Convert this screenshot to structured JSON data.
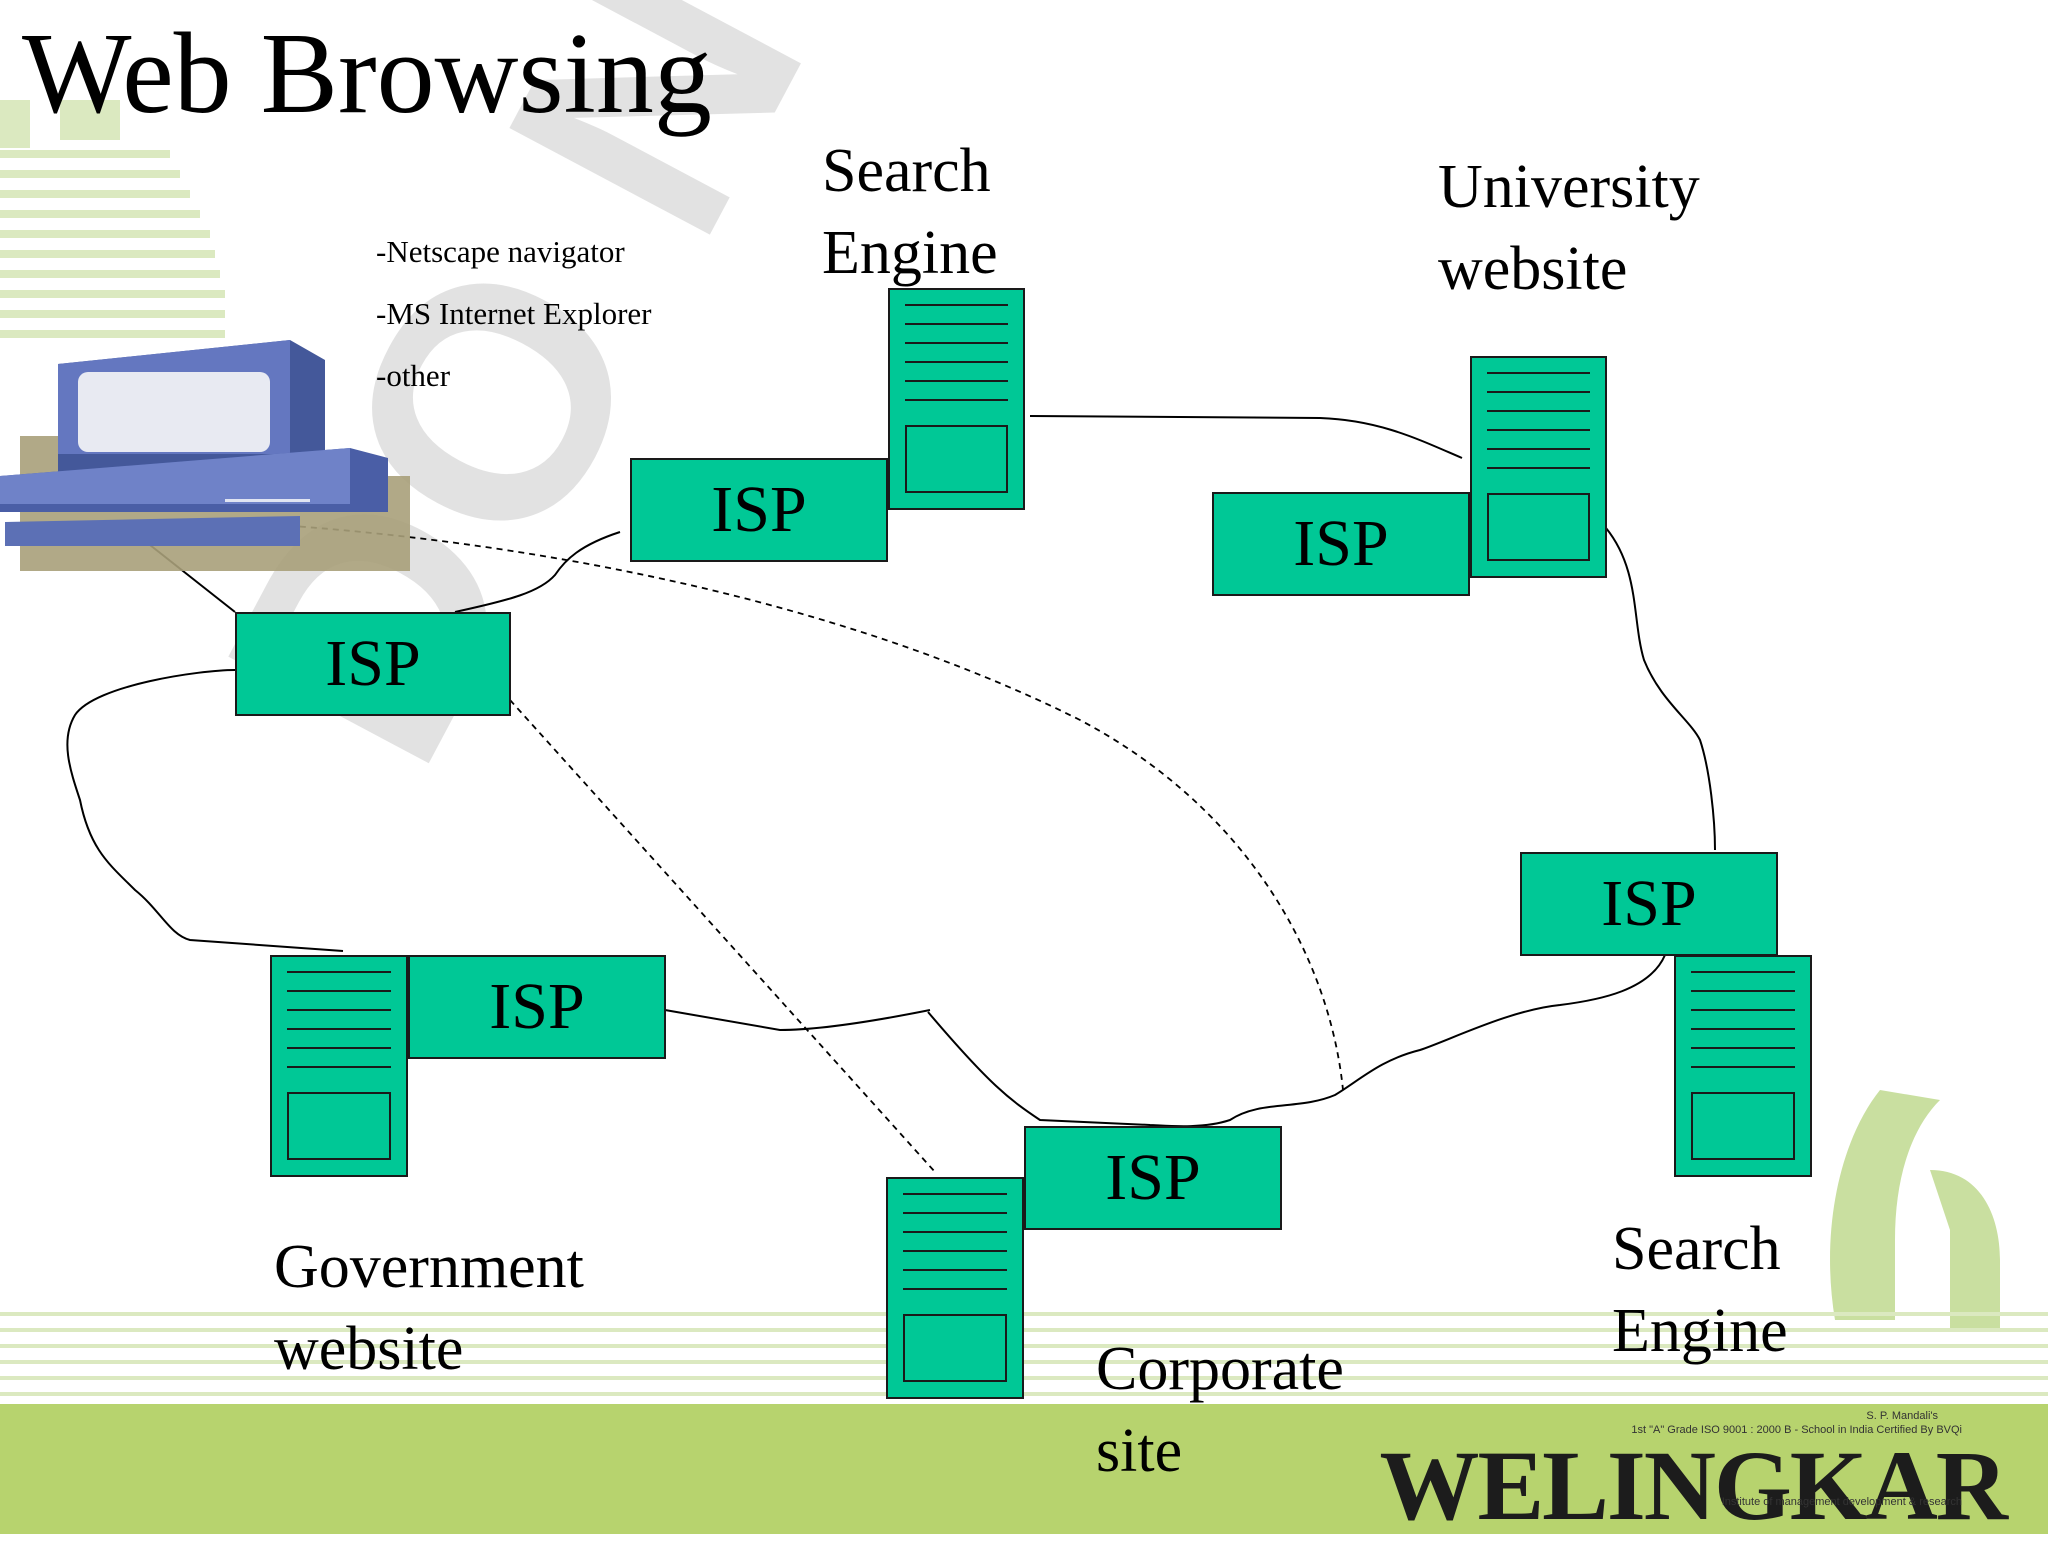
{
  "title": "Web Browsing",
  "browsers": [
    "-Netscape navigator",
    "-MS Internet Explorer",
    "-other"
  ],
  "isp_label": "ISP",
  "sites": {
    "search_engine_top": [
      "Search",
      "Engine"
    ],
    "university": [
      "University",
      "website"
    ],
    "government": [
      "Government",
      "website"
    ],
    "corporate": [
      "Corporate",
      "site"
    ],
    "search_engine_bottom": [
      "Search",
      "Engine"
    ]
  },
  "watermark": "DO NOT COPY",
  "logo": {
    "name": "WELINGKAR",
    "line1": "S. P. Mandali's",
    "line2": "1st \"A\" Grade ISO 9001 : 2000 B - School in India Certified By BVQi",
    "line3": "Institute of management development & research"
  },
  "colors": {
    "isp_fill": "#00c896",
    "server_fill": "#00c896",
    "computer_blue": "#5b6fb5",
    "footer_green": "#b7d36e",
    "decor_green": "#c9dfa0"
  }
}
